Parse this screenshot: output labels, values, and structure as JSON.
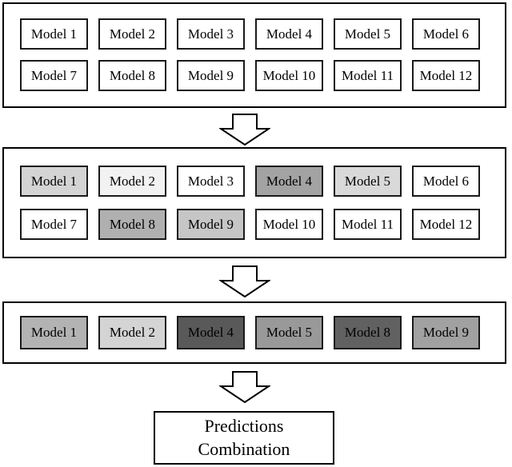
{
  "diagram_title": "model-selection-ensemble-flow",
  "colors": {
    "panel_border": "#000000",
    "box_border": "#1a1a1a",
    "text": "#000000",
    "background": "#ffffff"
  },
  "panels": [
    {
      "id": "pool",
      "description": "all candidate models",
      "boxes": [
        {
          "label": "Model 1",
          "bg": "#ffffff"
        },
        {
          "label": "Model 2",
          "bg": "#ffffff"
        },
        {
          "label": "Model 3",
          "bg": "#ffffff"
        },
        {
          "label": "Model 4",
          "bg": "#ffffff"
        },
        {
          "label": "Model 5",
          "bg": "#ffffff"
        },
        {
          "label": "Model 6",
          "bg": "#ffffff"
        },
        {
          "label": "Model 7",
          "bg": "#ffffff"
        },
        {
          "label": "Model 8",
          "bg": "#ffffff"
        },
        {
          "label": "Model 9",
          "bg": "#ffffff"
        },
        {
          "label": "Model 10",
          "bg": "#ffffff"
        },
        {
          "label": "Model 11",
          "bg": "#ffffff"
        },
        {
          "label": "Model 12",
          "bg": "#ffffff"
        }
      ]
    },
    {
      "id": "scored",
      "description": "models shaded by score",
      "boxes": [
        {
          "label": "Model 1",
          "bg": "#d4d4d4"
        },
        {
          "label": "Model 2",
          "bg": "#f2f2f2"
        },
        {
          "label": "Model 3",
          "bg": "#ffffff"
        },
        {
          "label": "Model 4",
          "bg": "#a3a3a3"
        },
        {
          "label": "Model 5",
          "bg": "#d9d9d9"
        },
        {
          "label": "Model 6",
          "bg": "#ffffff"
        },
        {
          "label": "Model 7",
          "bg": "#ffffff"
        },
        {
          "label": "Model 8",
          "bg": "#b0b0b0"
        },
        {
          "label": "Model 9",
          "bg": "#c6c6c6"
        },
        {
          "label": "Model 10",
          "bg": "#ffffff"
        },
        {
          "label": "Model 11",
          "bg": "#ffffff"
        },
        {
          "label": "Model 12",
          "bg": "#ffffff"
        }
      ]
    },
    {
      "id": "chosen",
      "description": "selected models subset",
      "boxes": [
        {
          "label": "Model 1",
          "bg": "#b3b3b3"
        },
        {
          "label": "Model 2",
          "bg": "#d4d4d4"
        },
        {
          "label": "Model 4",
          "bg": "#595959"
        },
        {
          "label": "Model 5",
          "bg": "#999999"
        },
        {
          "label": "Model 8",
          "bg": "#616161"
        },
        {
          "label": "Model 9",
          "bg": "#a1a1a1"
        }
      ]
    }
  ],
  "output_box": {
    "line1": "Predictions",
    "line2": "Combination"
  }
}
